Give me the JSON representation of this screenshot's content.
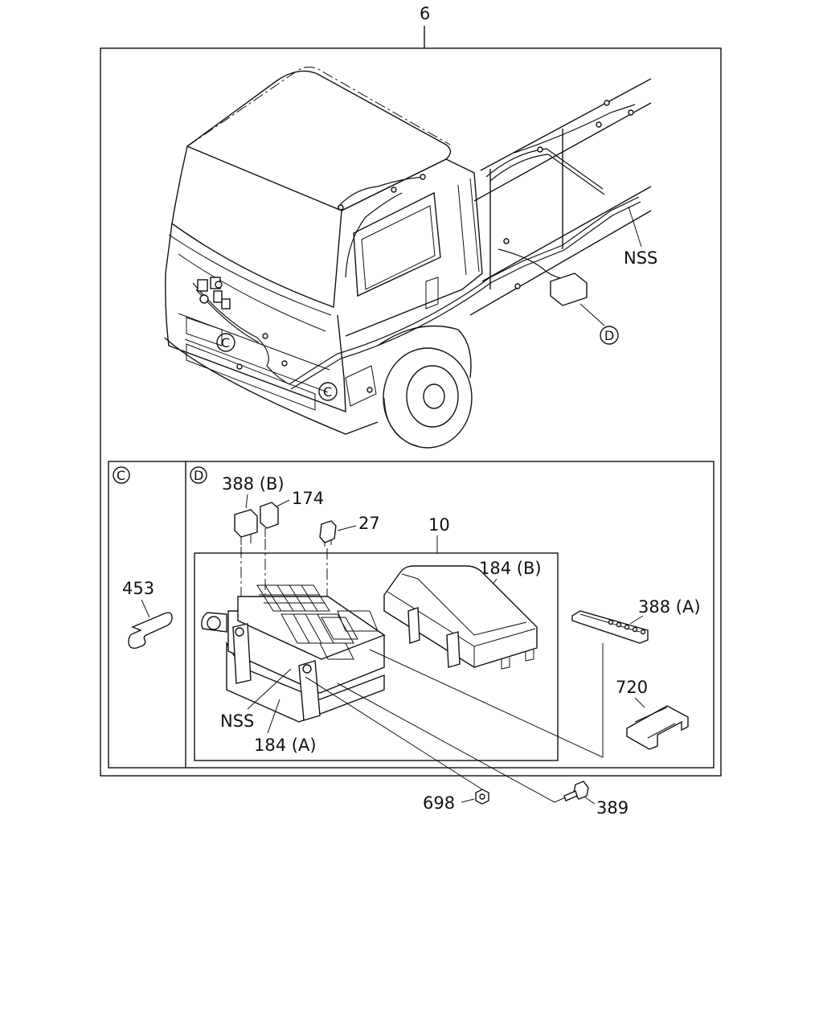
{
  "labels": {
    "assembly": "6",
    "nss_truck": "NSS",
    "callout_d_truck": "D",
    "callout_c_front_left": "C",
    "callout_c_front_right": "C",
    "detail_c_marker": "C",
    "detail_d_marker": "D",
    "p388b": "388 (B)",
    "p174": "174",
    "p27": "27",
    "p10": "10",
    "p184b": "184 (B)",
    "p453": "453",
    "p388a": "388 (A)",
    "p720": "720",
    "nss_fusebox": "NSS",
    "p184a": "184 (A)",
    "p698": "698",
    "p389": "389"
  }
}
